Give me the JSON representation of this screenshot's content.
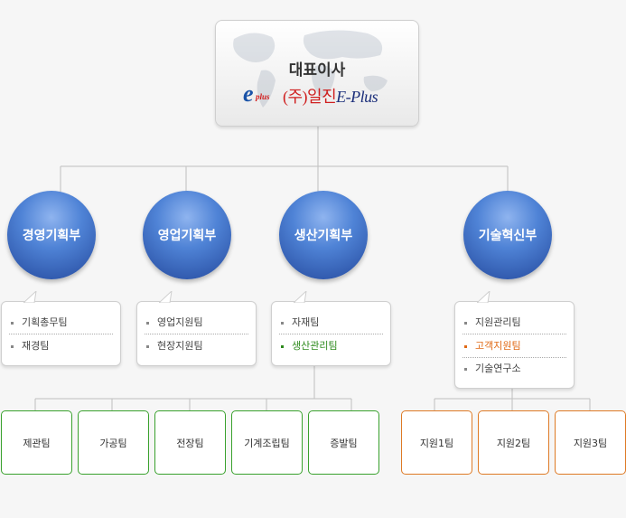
{
  "ceo": {
    "title": "대표이사",
    "logo": {
      "e": "e",
      "plus": "plus",
      "company": "(주)일진",
      "brand": "E-Plus"
    }
  },
  "departments": [
    {
      "name": "경영기획부",
      "teams": [
        {
          "label": "기획총무팀"
        },
        {
          "label": "재경팀"
        }
      ]
    },
    {
      "name": "영업기획부",
      "teams": [
        {
          "label": "영업지원팀"
        },
        {
          "label": "현장지원팀"
        }
      ]
    },
    {
      "name": "생산기획부",
      "teams": [
        {
          "label": "자재팀"
        },
        {
          "label": "생산관리팀",
          "highlight": "#2d8a1c"
        }
      ]
    },
    {
      "name": "기술혁신부",
      "teams": [
        {
          "label": "지원관리팀"
        },
        {
          "label": "고객지원팀",
          "highlight": "#e06a16"
        },
        {
          "label": "기술연구소"
        }
      ]
    }
  ],
  "production_units": [
    "제관팀",
    "가공팀",
    "전장팀",
    "기계조립팀",
    "증발팀"
  ],
  "support_units": [
    "지원1팀",
    "지원2팀",
    "지원3팀"
  ],
  "colors": {
    "circle": "#3d6cc2",
    "production_border": "#39a12d",
    "support_border": "#de7a25",
    "line": "#bfbfbf"
  }
}
